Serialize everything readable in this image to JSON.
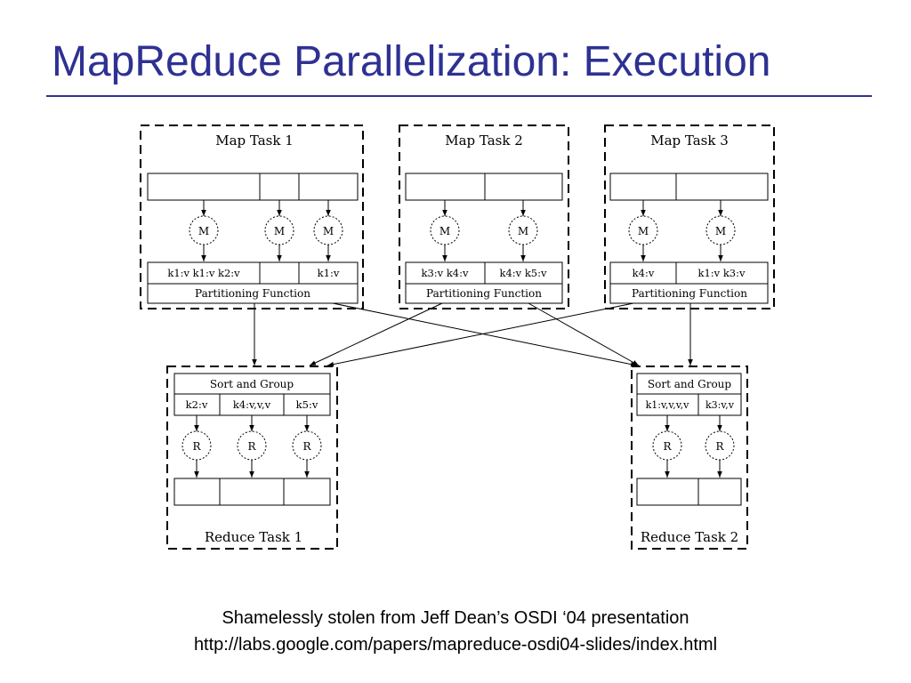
{
  "slide": {
    "title": "MapReduce Parallelization: Execution",
    "credit_line1": "Shamelessly stolen from Jeff Dean’s OSDI ‘04 presentation",
    "credit_line2": "http://labs.google.com/papers/mapreduce-osdi04-slides/index.html"
  },
  "colors": {
    "title": "#2e3192",
    "ink": "#000000"
  },
  "diagram": {
    "map_tasks": [
      {
        "title": "Map Task 1",
        "mapper_label": "M",
        "partition_label": "Partitioning Function",
        "outputs": [
          "k1:v k1:v k2:v",
          "",
          "k1:v"
        ]
      },
      {
        "title": "Map Task 2",
        "mapper_label": "M",
        "partition_label": "Partitioning Function",
        "outputs": [
          "k3:v k4:v",
          "k4:v k5:v"
        ]
      },
      {
        "title": "Map Task 3",
        "mapper_label": "M",
        "partition_label": "Partitioning Function",
        "outputs": [
          "k4:v",
          "k1:v k3:v"
        ]
      }
    ],
    "reduce_tasks": [
      {
        "title": "Reduce Task 1",
        "group_label": "Sort and Group",
        "reducer_label": "R",
        "groups": [
          "k2:v",
          "k4:v,v,v",
          "k5:v"
        ]
      },
      {
        "title": "Reduce Task 2",
        "group_label": "Sort and Group",
        "reducer_label": "R",
        "groups": [
          "k1:v,v,v,v",
          "k3:v,v"
        ]
      }
    ]
  }
}
